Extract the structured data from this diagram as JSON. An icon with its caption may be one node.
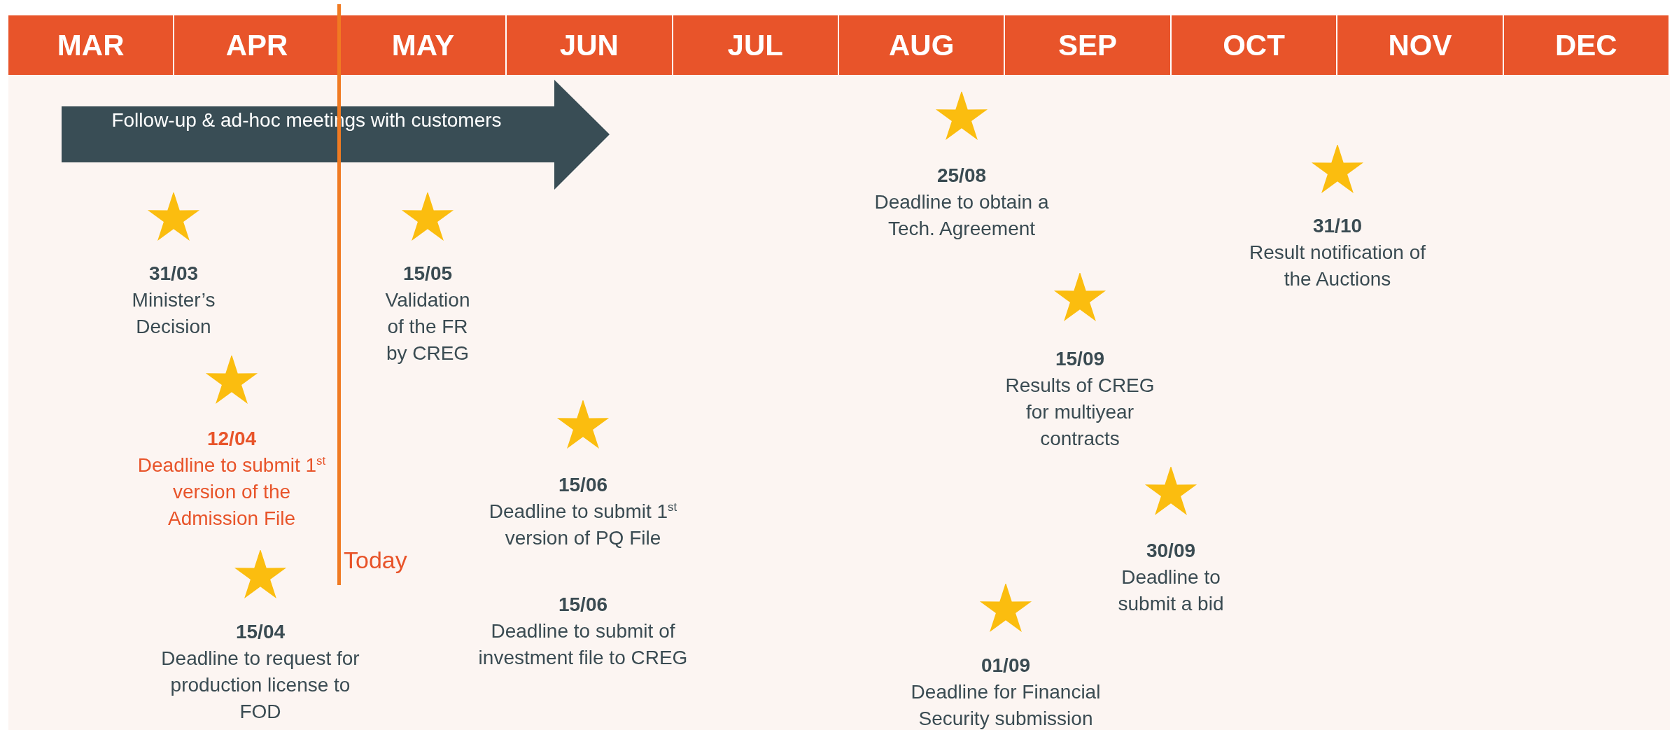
{
  "diagram": {
    "nodes": [
      {
        "text": [
          "Follow-up & ad-hoc meetings with customers"
        ]
      },
      {
        "text": [
          "31/03",
          "Minister’s Decision"
        ]
      },
      {
        "text": [
          "12/04",
          "Deadline to submit 1$^{st}$ version of the Admission File"
        ]
      },
      {
        "text": [
          "15/04",
          "Deadline to request for production license to FOD"
        ]
      },
      {
        "text": [
          "15/05",
          "Validation of the FR by CREG"
        ]
      },
      {
        "text": [
          "15/06",
          "Deadline to submit 1$^{st}$ version of PQ File"
        ]
      },
      {
        "text": [
          "15/06",
          "Deadline to submit of investment file to CREG"
        ]
      },
      {
        "text": [
          "25/08",
          "Deadline to obtain a Tech. Agreement"
        ]
      },
      {
        "text": [
          "15/09",
          "Results of CREG for multiyear contracts"
        ]
      },
      {
        "text": [
          "30/09",
          "Deadline to submit a bid"
        ]
      },
      {
        "text": [
          "01/09",
          "Deadline for Financial Security submission"
        ]
      },
      {
        "text": [
          "31/10",
          "Result notification of the Auctions"
        ]
      }
    ],
    "labels": [
      "MAR",
      "APR",
      "MAY",
      "JUN",
      "JUL",
      "AUG",
      "SEP",
      "OCT",
      "NOV",
      "DEC",
      "Today"
    ]
  }
}
